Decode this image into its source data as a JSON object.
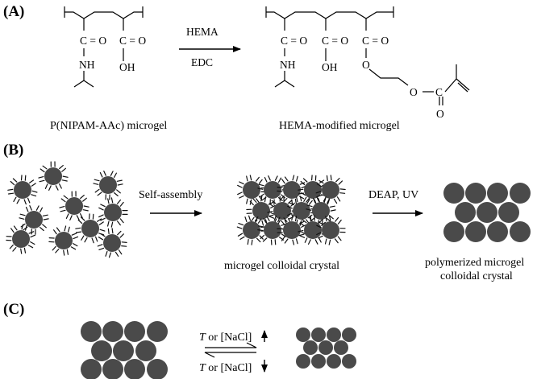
{
  "panels": {
    "a_label": "(A)",
    "b_label": "(B)",
    "c_label": "(C)"
  },
  "panel_a": {
    "groups": {
      "carbonyl": "C = O",
      "amide_nh": "NH",
      "acid_oh": "OH",
      "ester_o": "O",
      "o_label": "O",
      "c_label": "C"
    },
    "arrow_top": "HEMA",
    "arrow_bottom": "EDC",
    "left_caption": "P(NIPAM-AAc) microgel",
    "right_caption": "HEMA-modified microgel"
  },
  "panel_b": {
    "arrow1_label": "Self-assembly",
    "arrow2_label": "DEAP, UV",
    "caption_crystal": "microgel colloidal crystal",
    "caption_poly_line1": "polymerized microgel",
    "caption_poly_line2": "colloidal crystal"
  },
  "panel_c": {
    "var_T": "T",
    "cond_tail": " or [NaCl]"
  },
  "colors": {
    "bead": "#4a4a4a",
    "line": "#000000"
  }
}
